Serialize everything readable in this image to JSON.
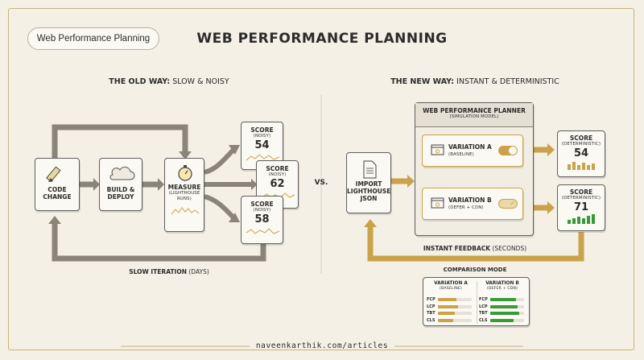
{
  "pill_label": "Web Performance Planning",
  "title": "WEB PERFORMANCE PLANNING",
  "old_way": {
    "heading_bold": "THE OLD WAY:",
    "heading_rest": " SLOW & NOISY",
    "code_change": [
      "CODE",
      "CHANGE"
    ],
    "build_deploy": [
      "BUILD &",
      "DEPLOY"
    ],
    "measure": "MEASURE",
    "measure_sub": [
      "(LIGHTHOUSE",
      "RUNS)"
    ],
    "score_label": "SCORE",
    "score_sub": "(NOISY)",
    "scores": [
      "54",
      "62",
      "58"
    ],
    "loop_label_bold": "SLOW ITERATION",
    "loop_label_rest": " (DAYS)"
  },
  "vs": "VS.",
  "new_way": {
    "heading_bold": "THE NEW WAY:",
    "heading_rest": " INSTANT & DETERMINISTIC",
    "import_label": [
      "IMPORT",
      "LIGHTHOUSE",
      "JSON"
    ],
    "planner_title": "WEB PERFORMANCE PLANNER",
    "planner_sub": "(SIMULATION MODEL)",
    "variation_a": "VARIATION A",
    "variation_a_sub": "(BASELINE)",
    "variation_b": "VARIATION B",
    "variation_b_sub": "(DEFER + CDN)",
    "score_label": "SCORE",
    "score_sub": "(DETERMINISTIC)",
    "score_a": "54",
    "score_b": "71",
    "feedback_bold": "INSTANT FEEDBACK",
    "feedback_rest": " (SECONDS)"
  },
  "comparison": {
    "title": "COMPARISON MODE",
    "col_a": "VARIATION A",
    "col_a_sub": "(BASELINE)",
    "col_b": "VARIATION B",
    "col_b_sub": "(DEFER + CDN)",
    "metrics": [
      "FCP",
      "LCP",
      "TBT",
      "CLS"
    ],
    "a_levels": [
      0.55,
      0.6,
      0.5,
      0.45
    ],
    "b_levels": [
      0.75,
      0.8,
      0.85,
      0.7
    ]
  },
  "footer": "naveenkarthik.com/articles",
  "colors": {
    "gold": "#c9a24a",
    "green": "#3a9a3a",
    "gray": "#8a8578"
  }
}
